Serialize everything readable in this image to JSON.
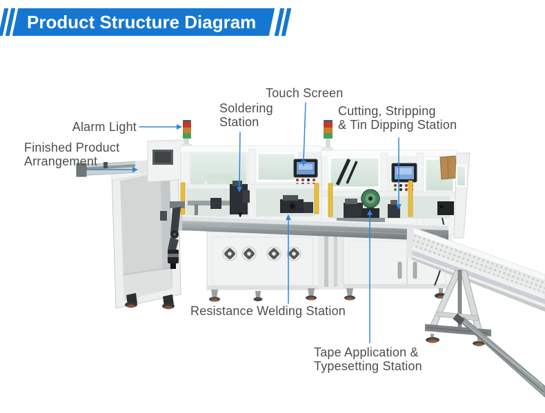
{
  "header": {
    "title": "Product Structure Diagram"
  },
  "colors": {
    "banner_blue": "#1677d0",
    "leader_blue": "#2f85de",
    "label_text": "#4d4d4d",
    "alarm_red": "#c0392b",
    "alarm_amber": "#c97e2c",
    "alarm_green": "#43a05a",
    "tape_green": "#447f58"
  },
  "diagram": {
    "labels": [
      {
        "id": "alarm-light",
        "lines": [
          "Alarm Light"
        ]
      },
      {
        "id": "finished-product-arrangement",
        "lines": [
          "Finished Product",
          "Arrangement"
        ]
      },
      {
        "id": "soldering-station",
        "lines": [
          "Soldering",
          "Station"
        ]
      },
      {
        "id": "touch-screen",
        "lines": [
          "Touch Screen"
        ]
      },
      {
        "id": "cutting-stripping-tin-dipping-station",
        "lines": [
          "Cutting, Stripping",
          "& Tin Dipping Station"
        ]
      },
      {
        "id": "resistance-welding-station",
        "lines": [
          "Resistance Welding Station"
        ]
      },
      {
        "id": "tape-application-typesetting-station",
        "lines": [
          "Tape Application &",
          "Typesetting Station"
        ]
      }
    ]
  }
}
